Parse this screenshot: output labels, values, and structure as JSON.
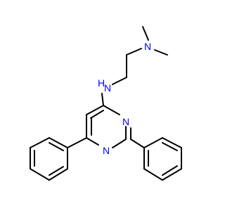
{
  "molecule": {
    "atoms": {
      "amine_n": "N",
      "ring_n_upper": "N",
      "ring_n_lower": "N",
      "nh": "N",
      "nh_h": "H"
    },
    "colors": {
      "bond": "#000000",
      "nitrogen": "#0000ff",
      "background": "#ffffff"
    }
  }
}
